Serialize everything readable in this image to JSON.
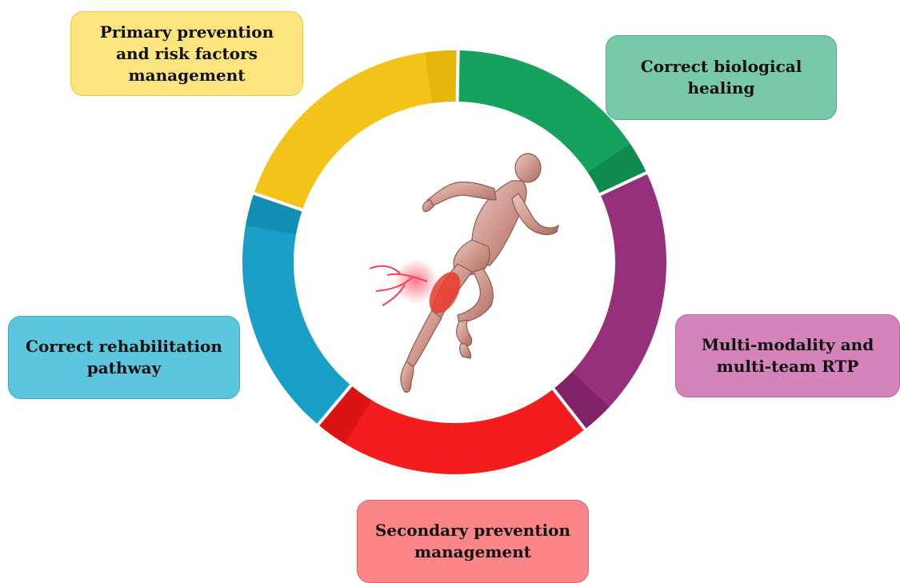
{
  "stages": [
    {
      "key": "primary",
      "label": "Primary prevention\nand risk factors\nmanagement",
      "fill": "#fce47e",
      "border": "#e8c94a",
      "ring": "#f2c419",
      "ring_dark": "#d8a900"
    },
    {
      "key": "healing",
      "label": "Correct biological\nhealing",
      "fill": "#78c9a8",
      "border": "#4fae86",
      "ring": "#16a15c",
      "ring_dark": "#0b7a41"
    },
    {
      "key": "rtp",
      "label": "Multi-modality and\nmulti-team RTP",
      "fill": "#d484ba",
      "border": "#b9629f",
      "ring": "#97307c",
      "ring_dark": "#6f1a5a"
    },
    {
      "key": "secondary",
      "label": "Secondary prevention\nmanagement",
      "fill": "#fb8587",
      "border": "#e0666a",
      "ring": "#f41d1d",
      "ring_dark": "#c40d0d"
    },
    {
      "key": "rehab",
      "label": "Correct rehabilitation\npathway",
      "fill": "#5bc6dd",
      "border": "#37a9c4",
      "ring": "#1aa0c6",
      "ring_dark": "#0b7fa3"
    }
  ]
}
